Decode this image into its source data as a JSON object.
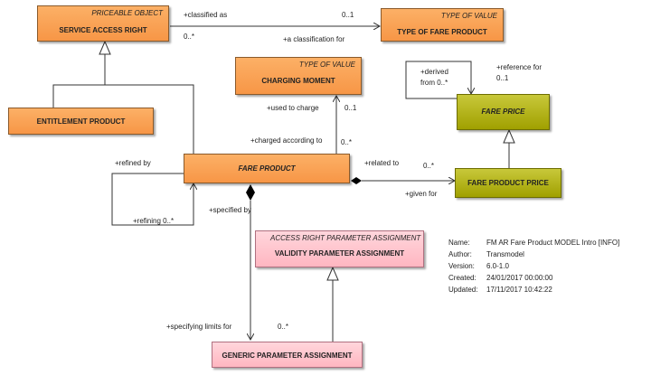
{
  "classes": {
    "service_access_right": {
      "stereotype": "PRICEABLE OBJECT",
      "name": "SERVICE ACCESS RIGHT"
    },
    "type_of_fare_product": {
      "stereotype": "TYPE OF VALUE",
      "name": "TYPE OF FARE PRODUCT"
    },
    "charging_moment": {
      "stereotype": "TYPE OF VALUE",
      "name": "CHARGING MOMENT"
    },
    "entitlement_product": {
      "name": "ENTITLEMENT PRODUCT"
    },
    "fare_price": {
      "name": "FARE PRICE"
    },
    "fare_product": {
      "name": "FARE PRODUCT"
    },
    "fare_product_price": {
      "name": "FARE PRODUCT PRICE"
    },
    "validity_parameter_assignment": {
      "stereotype": "ACCESS RIGHT PARAMETER ASSIGNMENT",
      "name": "VALIDITY PARAMETER ASSIGNMENT"
    },
    "generic_parameter_assignment": {
      "name": "GENERIC PARAMETER ASSIGNMENT"
    }
  },
  "labels": {
    "classified_as": "+classified as",
    "classified_as_mult": "0..1",
    "classification_for": "+a classification for",
    "classification_for_mult": "0..*",
    "derived_from": "+derived",
    "derived_from_2": "from 0..*",
    "reference_for": "+reference for",
    "reference_for_mult": "0..1",
    "used_to_charge": "+used to charge",
    "used_to_charge_mult": "0..1",
    "charged_according_to": "+charged according to",
    "charged_according_to_mult": "0..*",
    "refined_by": "+refined by",
    "refining": "+refining 0..*",
    "related_to": "+related to",
    "related_to_mult": "0..*",
    "given_for": "+given for",
    "specified_by": "+specified by",
    "specifying_limits_for": "+specifying limits for",
    "specifying_limits_for_mult": "0..*"
  },
  "metadata": {
    "name_key": "Name:",
    "name_val": "FM AR Fare Product MODEL Intro [INFO]",
    "author_key": "Author:",
    "author_val": "Transmodel",
    "version_key": "Version:",
    "version_val": "6.0-1.0",
    "created_key": "Created:",
    "created_val": "24/01/2017 00:00:00",
    "updated_key": "Updated:",
    "updated_val": "17/11/2017 10:42:22"
  },
  "colors": {
    "orange": "#f79646",
    "olive": "#a0a000",
    "pink": "#ffb6c1",
    "line": "#333333"
  }
}
